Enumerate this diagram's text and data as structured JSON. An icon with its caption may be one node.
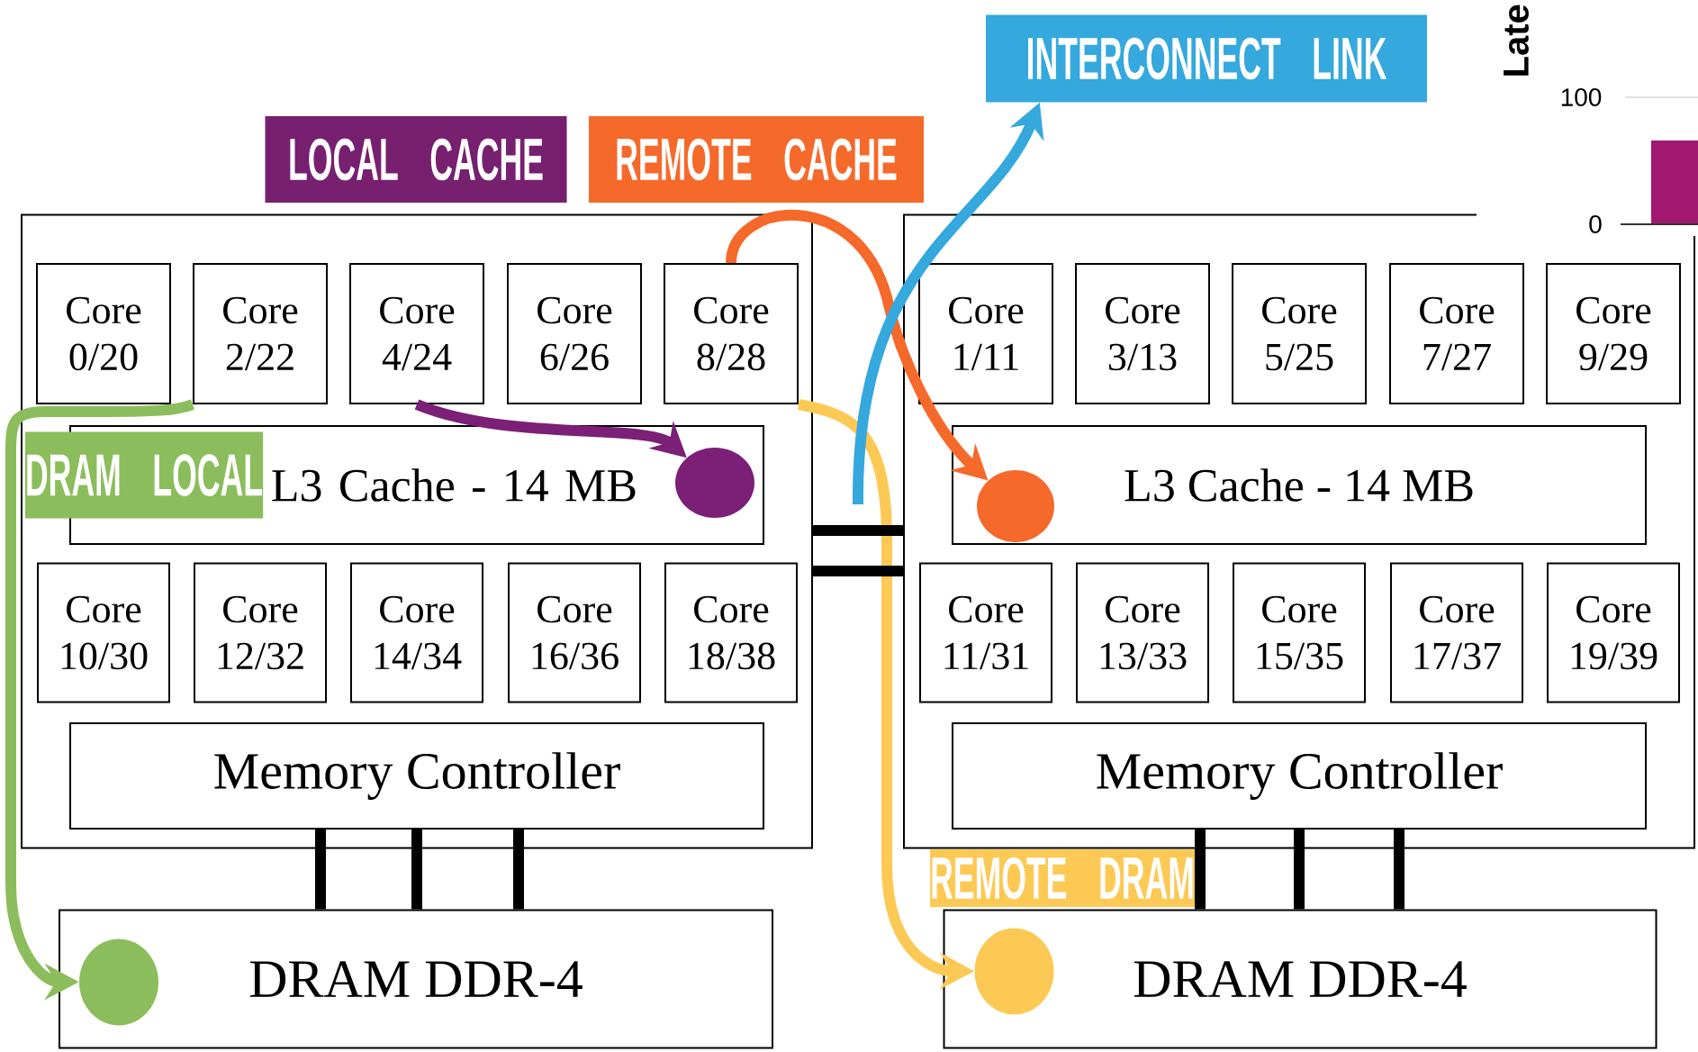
{
  "diagram": {
    "nodes": [
      {
        "text": [],
        "shape": "box"
      },
      {
        "text": [
          "Core 0/20"
        ],
        "in": 0
      },
      {
        "text": [
          "Core 2/22"
        ],
        "in": 0
      },
      {
        "text": [
          "Core 4/24"
        ],
        "in": 0
      },
      {
        "text": [
          "Core 6/26"
        ],
        "in": 0
      },
      {
        "text": [
          "Core 8/28"
        ],
        "in": 0
      },
      {
        "text": [
          "L3 Cache - 14 MB"
        ],
        "in": 0
      },
      {
        "text": [],
        "shape": "circle",
        "in": 6
      },
      {
        "text": [
          "Core 10/30"
        ],
        "in": 0
      },
      {
        "text": [
          "Core 12/32"
        ],
        "in": 0
      },
      {
        "text": [
          "Core 14/34"
        ],
        "in": 0
      },
      {
        "text": [
          "Core 16/36"
        ],
        "in": 0
      },
      {
        "text": [
          "Core 18/38"
        ],
        "in": 0
      },
      {
        "text": [
          "Memory Controller"
        ],
        "in": 0
      },
      {
        "text": [
          "DRAM DDR-4"
        ]
      },
      {
        "text": [],
        "shape": "circle",
        "in": 14
      },
      {
        "text": [],
        "shape": "box"
      },
      {
        "text": [
          "Core 1/11"
        ],
        "in": 16
      },
      {
        "text": [
          "Core 3/13"
        ],
        "in": 16
      },
      {
        "text": [
          "Core 5/25"
        ],
        "in": 16
      },
      {
        "text": [
          "Core 7/27"
        ],
        "in": 16
      },
      {
        "text": [
          "Core 9/29"
        ],
        "in": 16
      },
      {
        "text": [
          "L3 Cache - 14 MB"
        ],
        "in": 16
      },
      {
        "text": [],
        "shape": "circle",
        "in": 22
      },
      {
        "text": [
          "Core 11/31"
        ],
        "in": 16
      },
      {
        "text": [
          "Core 13/33"
        ],
        "in": 16
      },
      {
        "text": [
          "Core 15/35"
        ],
        "in": 16
      },
      {
        "text": [
          "Core 17/37"
        ],
        "in": 16
      },
      {
        "text": [
          "Core 19/39"
        ],
        "in": 16
      },
      {
        "text": [
          "Memory Controller"
        ],
        "in": 16
      },
      {
        "text": [
          "DRAM DDR-4"
        ]
      },
      {
        "text": [],
        "shape": "circle",
        "in": 30
      },
      {
        "text": [
          "LOCAL CACHE"
        ]
      },
      {
        "text": [
          "REMOTE CACHE"
        ]
      },
      {
        "text": [
          "INTERCONNECT LINK"
        ]
      },
      {
        "text": [
          "DRAM LOCAL"
        ],
        "in": 0
      },
      {
        "text": [
          "REMOTE DRAM"
        ]
      }
    ],
    "edges": [
      {
        "from": 3,
        "to": 7,
        "arrow": "to",
        "color": "#7b1f77"
      },
      {
        "from": 5,
        "to": 23,
        "arrow": "to",
        "color": "#f5692b"
      },
      {
        "from": 2,
        "to": 15,
        "arrow": "to",
        "color": "#8cbd5c"
      },
      {
        "from": 5,
        "to": 31,
        "arrow": "to",
        "color": "#fcc955"
      },
      {
        "from": null,
        "to": 34,
        "arrow": "to",
        "color": "#35a8dd"
      },
      {
        "from": 0,
        "to": 16,
        "arrow": "none"
      },
      {
        "from": 0,
        "to": 16,
        "arrow": "none"
      },
      {
        "from": 13,
        "to": 14,
        "arrow": "none"
      },
      {
        "from": 13,
        "to": 14,
        "arrow": "none"
      },
      {
        "from": 13,
        "to": 14,
        "arrow": "none"
      },
      {
        "from": 29,
        "to": 30,
        "arrow": "none"
      },
      {
        "from": 29,
        "to": 30,
        "arrow": "none"
      },
      {
        "from": 29,
        "to": 30,
        "arrow": "none"
      }
    ],
    "labels": [
      "Late",
      "100",
      "0"
    ]
  }
}
